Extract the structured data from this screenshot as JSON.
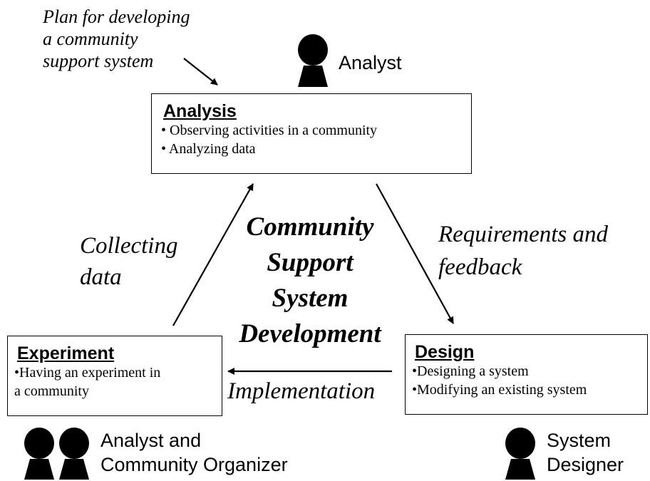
{
  "plan_note": [
    "Plan for developing",
    "a community",
    "support system"
  ],
  "center_title": [
    "Community",
    "Support",
    "System",
    "Development"
  ],
  "analysis": {
    "title": "Analysis",
    "items": [
      "• Observing activities in a community",
      "• Analyzing data"
    ]
  },
  "experiment": {
    "title": "Experiment",
    "items": [
      "•Having an experiment in",
      "a community"
    ]
  },
  "design": {
    "title": "Design",
    "items": [
      "•Designing a system",
      "•Modifying an existing system"
    ]
  },
  "edges": {
    "collecting": [
      "Collecting",
      "data"
    ],
    "requirements": [
      "Requirements and",
      "feedback"
    ],
    "implementation": "Implementation"
  },
  "roles": {
    "analyst": "Analyst",
    "analyst_org": [
      "Analyst and",
      "Community Organizer"
    ],
    "system_designer": [
      "System",
      "Designer"
    ]
  },
  "icons": {
    "person": "person-silhouette-icon",
    "arrow": "arrow-icon"
  },
  "colors": {
    "ink": "#000000",
    "background": "#ffffff"
  }
}
